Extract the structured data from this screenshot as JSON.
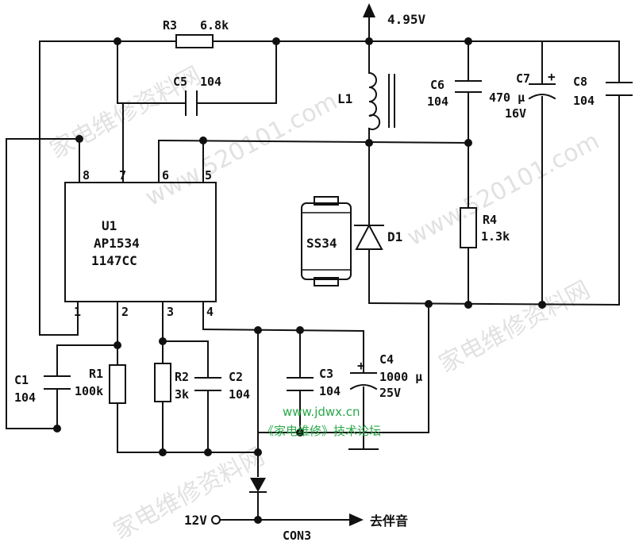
{
  "schematic": {
    "voltage_out": "4.95V",
    "input_label": "12V",
    "connector": "CON3",
    "to_label": "去伴音",
    "ic": {
      "name": "U1",
      "part": "AP1534",
      "code": "1147CC",
      "pins": [
        "1",
        "2",
        "3",
        "4",
        "5",
        "6",
        "7",
        "8"
      ]
    },
    "r3": {
      "ref": "R3",
      "value": "6.8k"
    },
    "c5": {
      "ref": "C5",
      "value": "104"
    },
    "l1": {
      "ref": "L1"
    },
    "c6": {
      "ref": "C6",
      "value": "104"
    },
    "c7": {
      "ref": "C7",
      "value": "470 µ",
      "voltage": "16V",
      "polarity": "+"
    },
    "c8": {
      "ref": "C8",
      "value": "104"
    },
    "r4": {
      "ref": "R4",
      "value": "1.3k"
    },
    "d1": {
      "ref": "D1",
      "package": "SS34"
    },
    "c1": {
      "ref": "C1",
      "value": "104"
    },
    "r1": {
      "ref": "R1",
      "value": "100k"
    },
    "r2": {
      "ref": "R2",
      "value": "3k"
    },
    "c2": {
      "ref": "C2",
      "value": "104"
    },
    "c3": {
      "ref": "C3",
      "value": "104"
    },
    "c4": {
      "ref": "C4",
      "value": "1000 µ",
      "voltage": "25V",
      "polarity": "+"
    }
  },
  "site": {
    "url": "www.jdwx.cn",
    "forum": "《家电维修》技术论坛"
  },
  "watermarks": [
    "家电维修资料网",
    "www.520101.com",
    "家电维修资料网",
    "www.520101.com",
    "家电维修资料网"
  ]
}
